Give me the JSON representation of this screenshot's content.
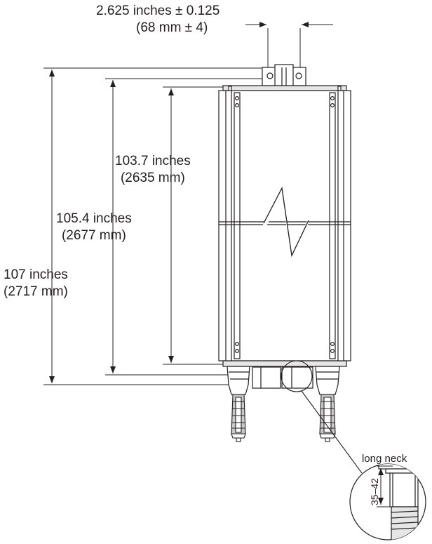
{
  "dimensions": {
    "bracket_width": {
      "line1": "2.625 inches ± 0.125",
      "line2": "(68 mm ± 4)"
    },
    "body_height": {
      "line1": "103.7 inches",
      "line2": "(2635  mm)"
    },
    "mid_height": {
      "line1": "105.4 inches",
      "line2": "(2677 mm)"
    },
    "overall_height": {
      "line1": "107 inches",
      "line2": "(2717 mm)"
    }
  },
  "callout": {
    "title": "long neck",
    "range": "35–42"
  },
  "colors": {
    "line": "#231f20",
    "fill_light": "#e6e6e6",
    "fill_mid": "#c8c8c8",
    "background": "#ffffff"
  }
}
